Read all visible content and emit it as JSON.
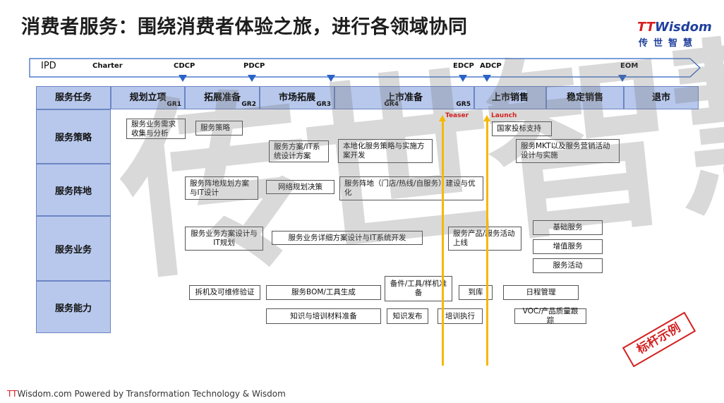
{
  "title": "消费者服务：围绕消费者体验之旅，进行各领域协同",
  "logo": {
    "tt": "TT",
    "word": "Wisdom",
    "sub": "传世智慧"
  },
  "watermark": "传世智慧",
  "ipd": {
    "label": "IPD",
    "milestones": [
      "Charter",
      "CDCP",
      "PDCP",
      "EDCP",
      "ADCP",
      "EOM"
    ]
  },
  "header": {
    "task": "服务任务",
    "phases": [
      {
        "name": "规划立项",
        "gr": "GR1"
      },
      {
        "name": "拓展准备",
        "gr": "GR2"
      },
      {
        "name": "市场拓展",
        "gr": "GR3"
      },
      {
        "name": "上市准备",
        "gr": "GR4",
        "gr2": "GR5"
      },
      {
        "name": "上市销售",
        "gr": ""
      },
      {
        "name": "稳定销售",
        "gr": ""
      },
      {
        "name": "退市",
        "gr": ""
      }
    ]
  },
  "rows": [
    "服务策略",
    "服务阵地",
    "服务业务",
    "服务能力"
  ],
  "markers": {
    "teaser": "Teaser",
    "launch": "Launch"
  },
  "boxes": {
    "b1": "服务业务需求收集与分析",
    "b2": "服务策略",
    "b3": "服务方案/IT系统设计方案",
    "b4": "本地化服务策略与实施方案开发",
    "b5": "国家投标支持",
    "b6": "服务MKT以及服务营销活动设计与实施",
    "b7": "服务阵地规划方案与IT设计",
    "b8": "网络规划决策",
    "b9": "服务阵地（门店/热线/自服务）建设与优化",
    "b10": "服务业务方案设计与IT规划",
    "b11": "服务业务详细方案设计与IT系统开发",
    "b12": "服务产品/服务活动上线",
    "b13": "基础服务",
    "b14": "增值服务",
    "b15": "服务活动",
    "b16": "拆机及可维修验证",
    "b17": "服务BOM/工具生成",
    "b18": "备件/工具/样机准备",
    "b19": "到库",
    "b20": "日程管理",
    "b21": "知识与培训材料准备",
    "b22": "知识发布",
    "b23": "培训执行",
    "b24": "VOC/产品质量跟踪"
  },
  "stamp": "标杆示例",
  "footer": {
    "tt": "TT",
    "rest": "Wisdom.com Powered by Transformation Technology & Wisdom"
  },
  "colors": {
    "accent_blue": "#2b63c5",
    "header_fill": "#b8c8ec",
    "marker_yellow": "#f5b800",
    "stamp_red": "#d42020"
  }
}
